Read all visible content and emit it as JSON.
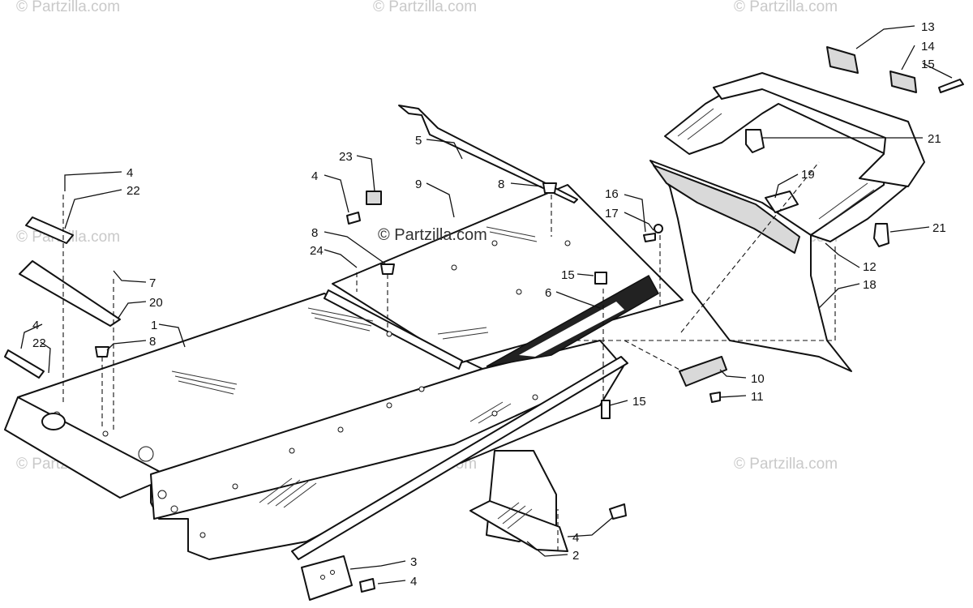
{
  "watermark": {
    "text": "© Partzilla.com",
    "center_text": "© Partzilla.com"
  },
  "callouts": [
    {
      "id": "c13",
      "label": "13"
    },
    {
      "id": "c14",
      "label": "14"
    },
    {
      "id": "c15a",
      "label": "15"
    },
    {
      "id": "c21a",
      "label": "21"
    },
    {
      "id": "c5",
      "label": "5"
    },
    {
      "id": "c23",
      "label": "23"
    },
    {
      "id": "c8a",
      "label": "8"
    },
    {
      "id": "c9",
      "label": "9"
    },
    {
      "id": "c4a",
      "label": "4"
    },
    {
      "id": "c22a",
      "label": "22"
    },
    {
      "id": "c16",
      "label": "16"
    },
    {
      "id": "c17",
      "label": "17"
    },
    {
      "id": "c19",
      "label": "19"
    },
    {
      "id": "c21b",
      "label": "21"
    },
    {
      "id": "c4b",
      "label": "4"
    },
    {
      "id": "c8b",
      "label": "8"
    },
    {
      "id": "c24",
      "label": "24"
    },
    {
      "id": "c7",
      "label": "7"
    },
    {
      "id": "c20",
      "label": "20"
    },
    {
      "id": "c15b",
      "label": "15"
    },
    {
      "id": "c6",
      "label": "6"
    },
    {
      "id": "c12",
      "label": "12"
    },
    {
      "id": "c18",
      "label": "18"
    },
    {
      "id": "c1",
      "label": "1"
    },
    {
      "id": "c4c",
      "label": "4"
    },
    {
      "id": "c22b",
      "label": "22"
    },
    {
      "id": "c8c",
      "label": "8"
    },
    {
      "id": "c10",
      "label": "10"
    },
    {
      "id": "c11",
      "label": "11"
    },
    {
      "id": "c15c",
      "label": "15"
    },
    {
      "id": "c4d",
      "label": "4"
    },
    {
      "id": "c2",
      "label": "2"
    },
    {
      "id": "c3",
      "label": "3"
    },
    {
      "id": "c4e",
      "label": "4"
    }
  ]
}
